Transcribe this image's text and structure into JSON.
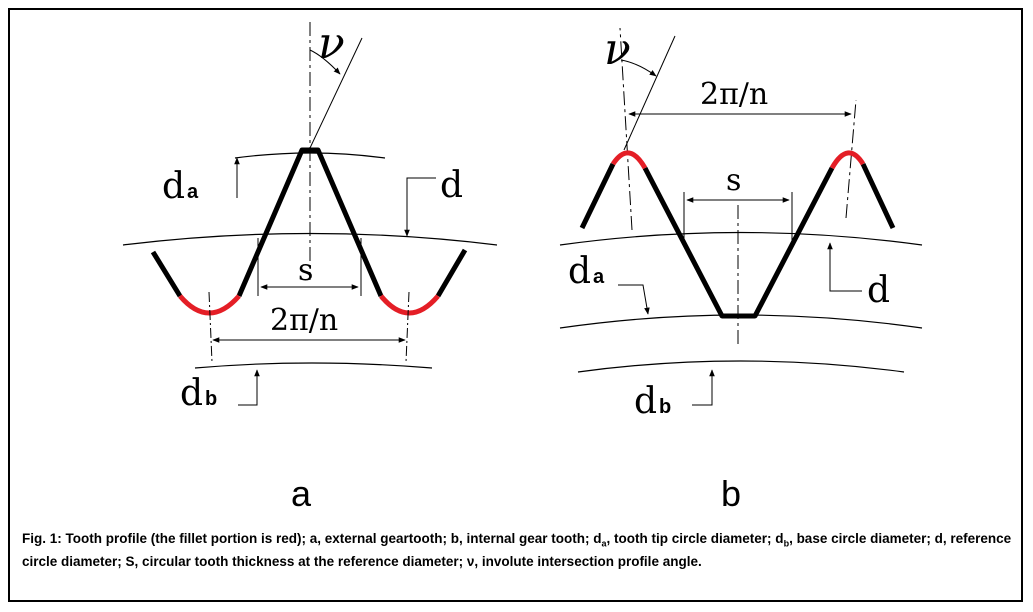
{
  "colors": {
    "tooth": "#000000",
    "fillet": "#e41e26",
    "line": "#000000"
  },
  "panel_a": {
    "label": "a",
    "nu": "ν",
    "da_main": "d",
    "da_sub": "a",
    "d": "d",
    "s": "s",
    "pitch": "2π/n",
    "db_main": "d",
    "db_sub": "b"
  },
  "panel_b": {
    "label": "b",
    "nu": "ν",
    "pitch": "2π/n",
    "s": "s",
    "da_main": "d",
    "da_sub": "a",
    "d": "d",
    "db_main": "d",
    "db_sub": "b"
  },
  "caption": {
    "p1": "Fig. 1: Tooth profile (the fillet portion is red); a, external geartooth; b, internal gear tooth; d",
    "s1": "a",
    "p2": ", tooth tip circle diameter; d",
    "s2": "b",
    "p3": ", base circle diameter; d, reference circle diameter; S, circular tooth thickness at the reference diameter; ν, involute intersection profile angle."
  }
}
